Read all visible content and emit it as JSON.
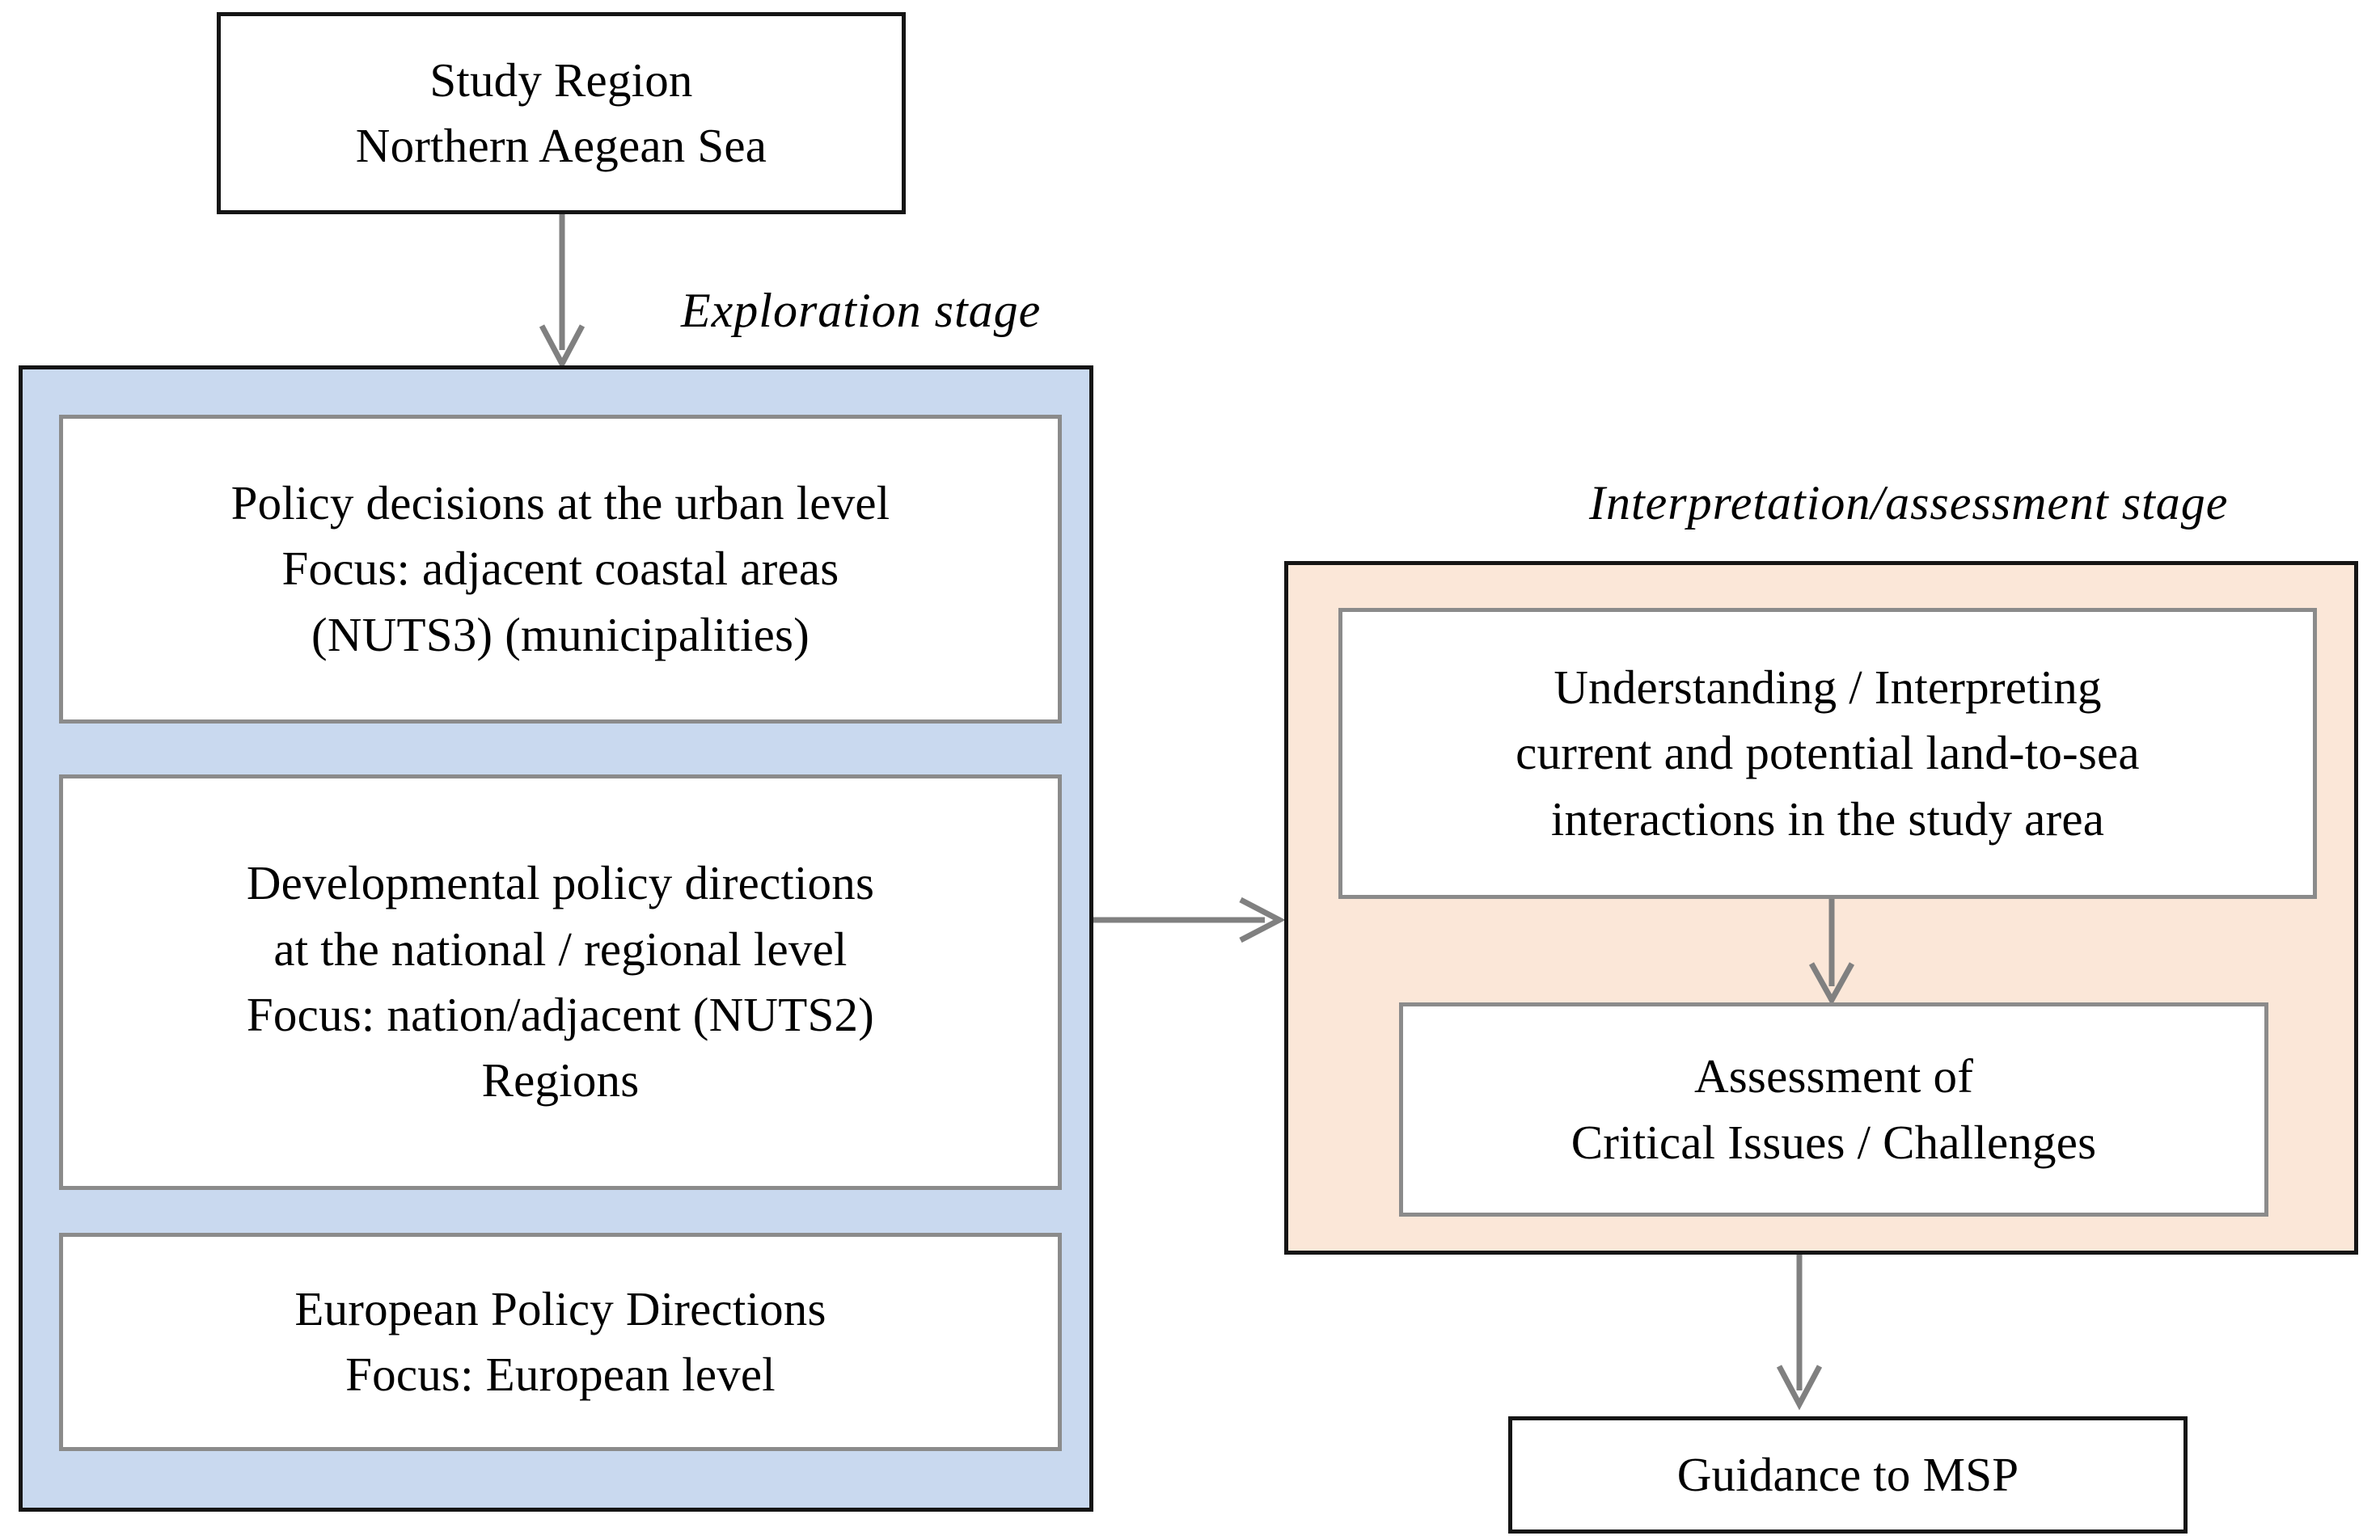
{
  "diagram": {
    "title_box": {
      "label": "Study Region\nNorthern Aegean Sea"
    },
    "stages": {
      "exploration_label": "Exploration  stage",
      "interpretation_label": "Interpretation/assessment  stage"
    },
    "exploration_panel": {
      "boxes": [
        {
          "label": "Policy decisions at the urban level\nFocus: adjacent coastal areas\n(NUTS3) (municipalities)"
        },
        {
          "label": "Developmental policy directions\nat the national / regional level\nFocus: nation/adjacent (NUTS2)\nRegions"
        },
        {
          "label": "European Policy Directions\nFocus:  European level"
        }
      ]
    },
    "assessment_panel": {
      "boxes": [
        {
          "label": "Understanding / Interpreting\ncurrent and potential land-to-sea\ninteractions in the study area"
        },
        {
          "label": "Assessment of\nCritical Issues / Challenges"
        }
      ]
    },
    "output_box": {
      "label": "Guidance to MSP"
    },
    "colors": {
      "exploration_fill": "#c9d9ef",
      "assessment_fill": "#fbe7d8",
      "panel_border": "#151515",
      "inner_border": "#8b8b8b",
      "arrow": "#808080",
      "text": "#000000"
    }
  }
}
